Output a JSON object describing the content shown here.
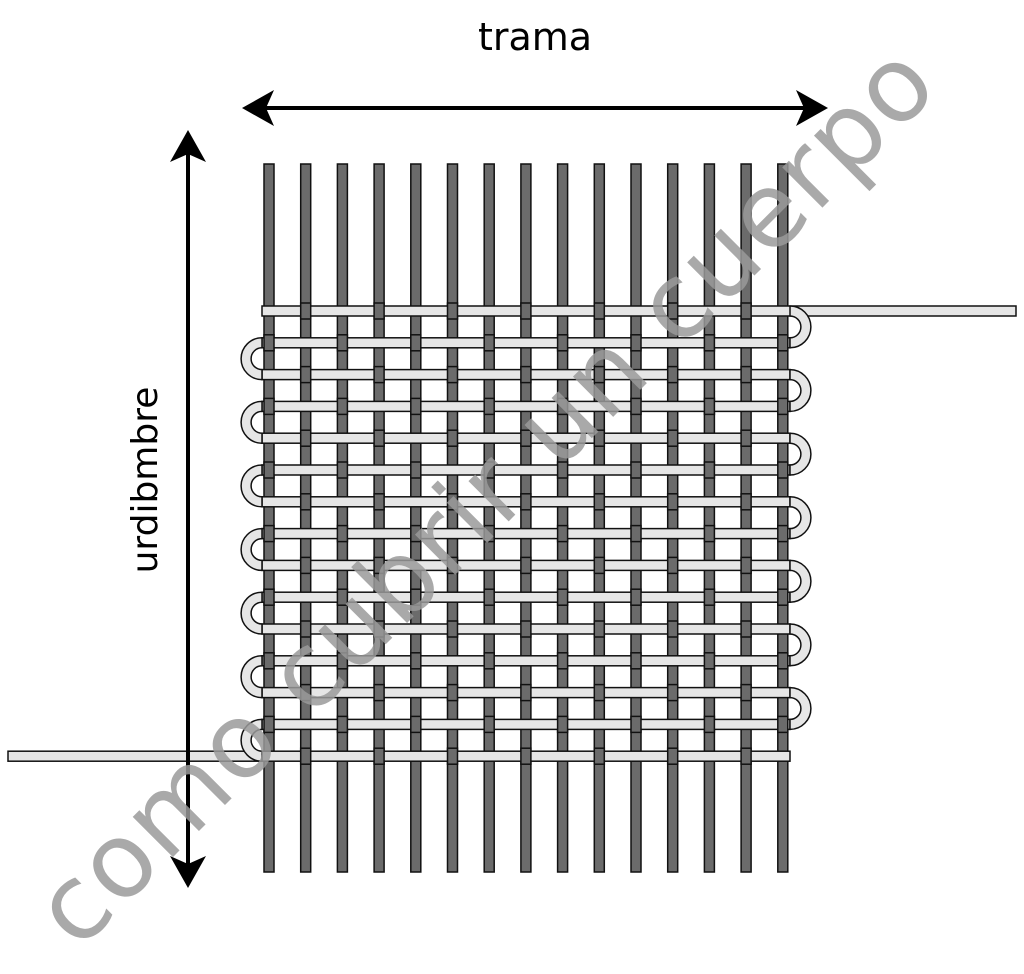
{
  "labels": {
    "horizontal": "trama",
    "vertical": "urdibmbre"
  },
  "watermark": "como cubrir un cuerpo",
  "colors": {
    "warp_fill": "#6b6b6b",
    "weft_fill": "#e6e6e6",
    "outline": "#111111",
    "watermark": "#9a9a9a",
    "arrow": "#000000"
  }
}
